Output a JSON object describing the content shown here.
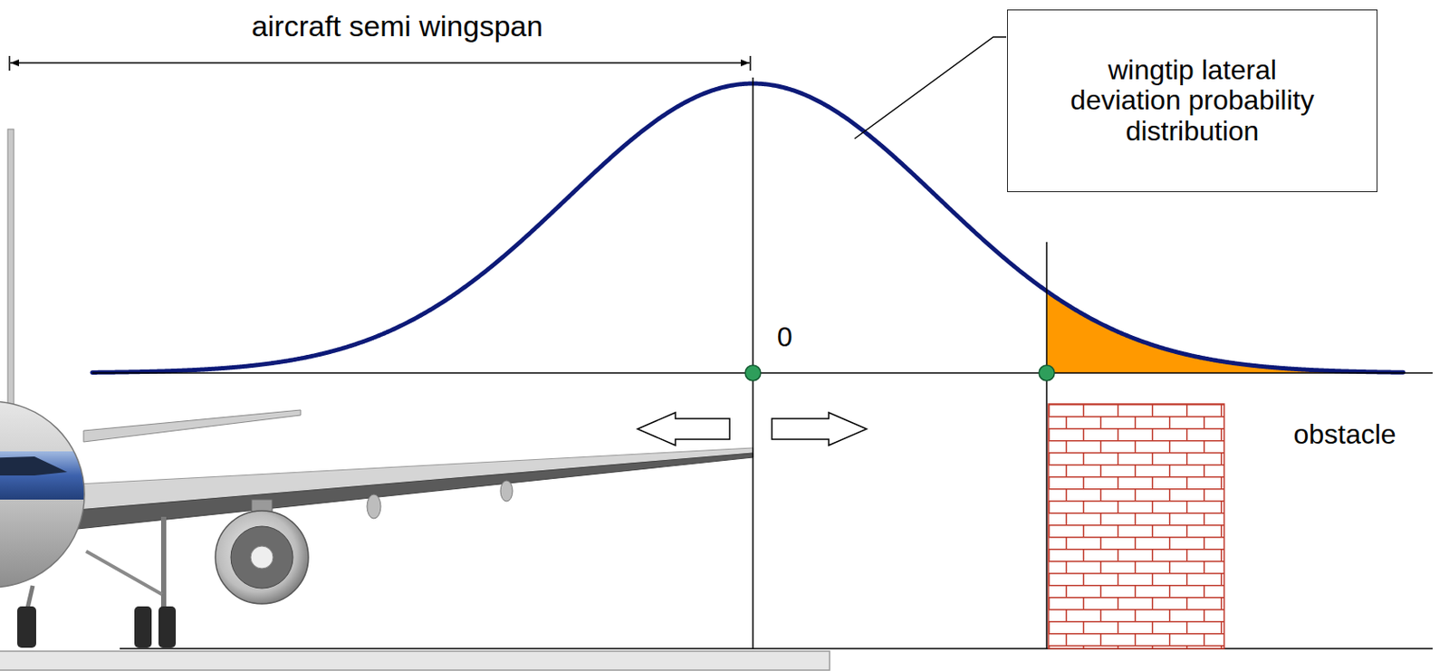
{
  "diagram": {
    "nodes": [
      {
        "text": [
          "wingtip lateral deviation probability distribution"
        ]
      }
    ],
    "labels": [
      "aircraft semi wingspan",
      "0",
      "obstacle"
    ]
  }
}
